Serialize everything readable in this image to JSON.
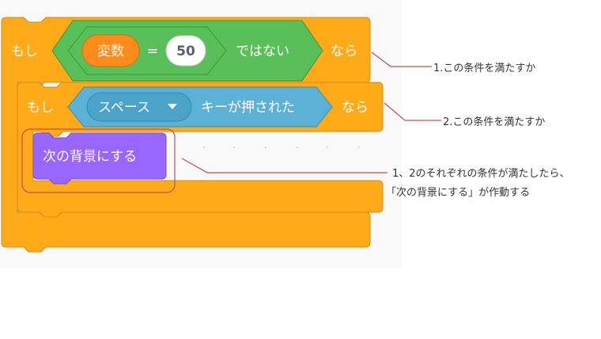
{
  "outer_if": {
    "if_label": "もし",
    "then_label": "なら",
    "not_label": "ではない",
    "equals_label": "=",
    "variable_label": "変数",
    "value": "50"
  },
  "inner_if": {
    "if_label": "もし",
    "then_label": "なら",
    "key_option": "スペース",
    "key_label": "キーが押された"
  },
  "action_block": {
    "label": "次の背景にする"
  },
  "annotations": {
    "note1": "1.この条件を満たすか",
    "note2": "2.この条件を満たすか",
    "note3_line1": "1、2のそれぞれの条件が満たしたら、",
    "note3_line2": "「次の背景にする」が作動する"
  },
  "colors": {
    "control": "#ffab19",
    "control_border": "#cf8b17",
    "operator": "#59c059",
    "operator_border": "#389438",
    "variable": "#ff8c1a",
    "sensing": "#5cb1d6",
    "sensing_border": "#2e8eb8",
    "looks": "#9966ff",
    "looks_border": "#774dcb",
    "annotation_line": "#c0504d"
  }
}
